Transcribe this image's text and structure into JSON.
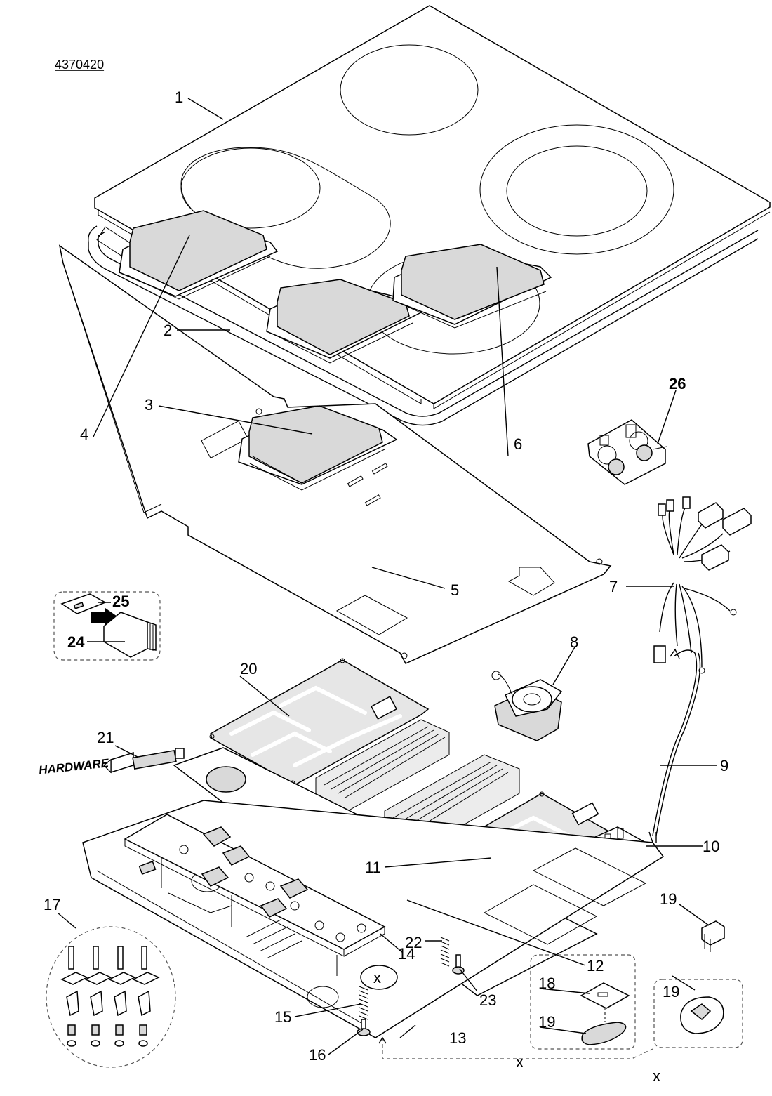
{
  "document_number": "4370420",
  "hardware_label": "HARDWARE",
  "exchange_mark": "x",
  "callouts": [
    {
      "id": "1",
      "text": "1",
      "bold": false
    },
    {
      "id": "2",
      "text": "2",
      "bold": false
    },
    {
      "id": "3",
      "text": "3",
      "bold": false
    },
    {
      "id": "4",
      "text": "4",
      "bold": false
    },
    {
      "id": "5",
      "text": "5",
      "bold": false
    },
    {
      "id": "6",
      "text": "6",
      "bold": false
    },
    {
      "id": "7",
      "text": "7",
      "bold": false
    },
    {
      "id": "8",
      "text": "8",
      "bold": false
    },
    {
      "id": "9",
      "text": "9",
      "bold": false
    },
    {
      "id": "10",
      "text": "10",
      "bold": false
    },
    {
      "id": "11",
      "text": "11",
      "bold": false
    },
    {
      "id": "12",
      "text": "12",
      "bold": false
    },
    {
      "id": "13",
      "text": "13",
      "bold": false
    },
    {
      "id": "14",
      "text": "14",
      "bold": false
    },
    {
      "id": "15",
      "text": "15",
      "bold": false
    },
    {
      "id": "16",
      "text": "16",
      "bold": false
    },
    {
      "id": "17",
      "text": "17",
      "bold": false
    },
    {
      "id": "18",
      "text": "18",
      "bold": false
    },
    {
      "id": "19a",
      "text": "19",
      "bold": false
    },
    {
      "id": "19b",
      "text": "19",
      "bold": false
    },
    {
      "id": "19c",
      "text": "19",
      "bold": false
    },
    {
      "id": "20",
      "text": "20",
      "bold": false
    },
    {
      "id": "21",
      "text": "21",
      "bold": false
    },
    {
      "id": "22",
      "text": "22",
      "bold": false
    },
    {
      "id": "23",
      "text": "23",
      "bold": false
    },
    {
      "id": "24",
      "text": "24",
      "bold": true
    },
    {
      "id": "25",
      "text": "25",
      "bold": true
    },
    {
      "id": "26",
      "text": "26",
      "bold": true
    }
  ]
}
